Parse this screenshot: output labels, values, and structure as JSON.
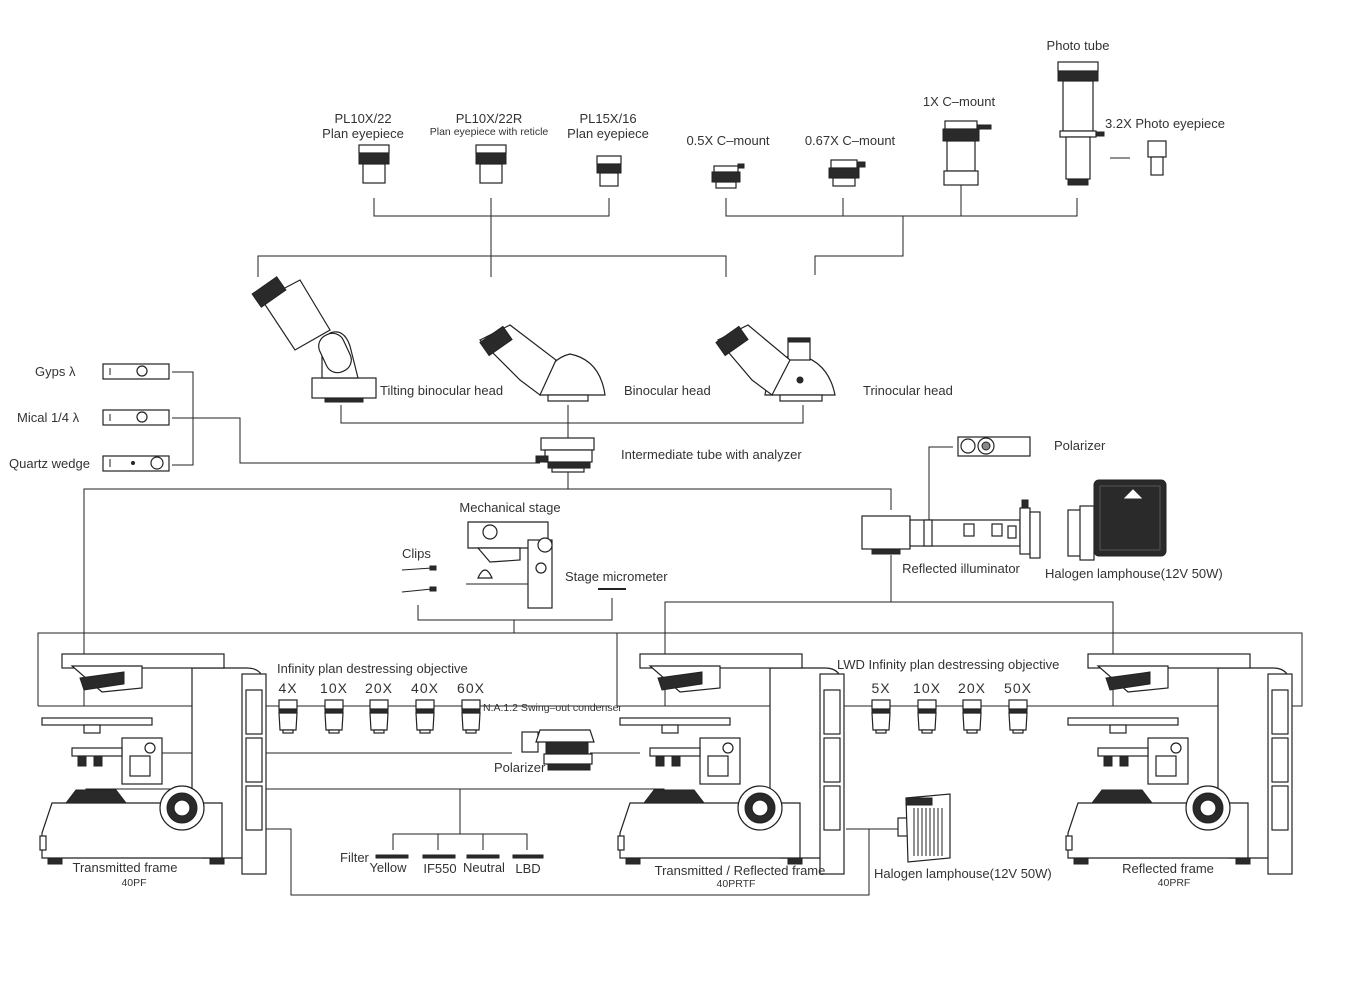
{
  "eyepieces": [
    {
      "code": "PL10X/22",
      "name": "Plan eyepiece"
    },
    {
      "code": "PL10X/22R",
      "name": "Plan eyepiece with reticle"
    },
    {
      "code": "PL15X/16",
      "name": "Plan eyepiece"
    }
  ],
  "camera": {
    "photo_tube": "Photo tube",
    "photo_eyepiece": "3.2X Photo eyepiece",
    "mount_05": "0.5X C–mount",
    "mount_067": "0.67X C–mount",
    "mount_1": "1X C–mount"
  },
  "heads": {
    "tilting": "Tilting binocular head",
    "binocular": "Binocular head",
    "trinocular": "Trinocular head"
  },
  "compensators": {
    "gyps": "Gyps  λ",
    "mical": "Mical 1/4  λ",
    "quartz": "Quartz wedge"
  },
  "intermediate_tube": "Intermediate tube with analyzer",
  "reflected": {
    "polarizer": "Polarizer",
    "illuminator": "Reflected illuminator",
    "lamphouse": "Halogen lamphouse(12V 50W)"
  },
  "stage": {
    "mechanical": "Mechanical stage",
    "clips": "Clips",
    "micrometer": "Stage micrometer"
  },
  "objectives": {
    "infinity_title": "Infinity plan destressing objective",
    "infinity_mags": [
      "4X",
      "10X",
      "20X",
      "40X",
      "60X"
    ],
    "lwd_title": "LWD Infinity plan destressing objective",
    "lwd_mags": [
      "5X",
      "10X",
      "20X",
      "50X"
    ]
  },
  "condenser": "N.A.1.2 Swing–out condenser",
  "condenser_polarizer": "Polarizer",
  "frames": {
    "transmitted": {
      "name": "Transmitted frame",
      "code": "40PF"
    },
    "trans_reflected": {
      "name": "Transmitted / Reflected frame",
      "code": "40PRTF"
    },
    "reflected": {
      "name": "Reflected frame",
      "code": "40PRF"
    }
  },
  "filters": {
    "label": "Filter",
    "items": [
      "Yellow",
      "IF550",
      "Neutral",
      "LBD"
    ]
  },
  "bottom_lamphouse": "Halogen lamphouse(12V 50W)"
}
